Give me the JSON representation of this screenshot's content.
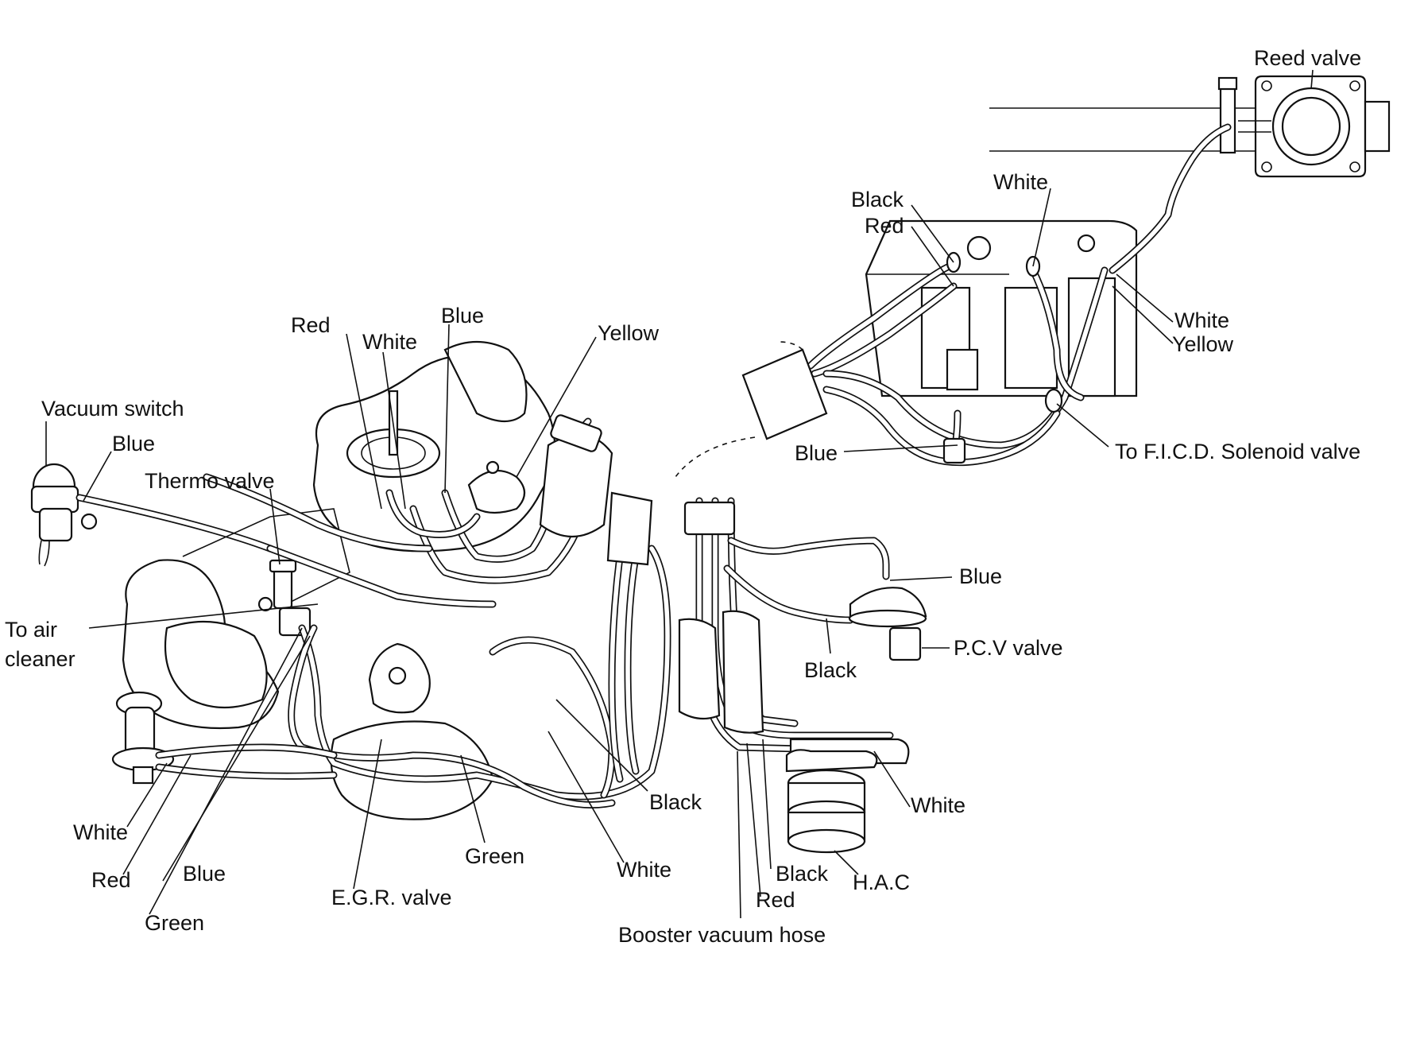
{
  "labels": {
    "reed_valve": "Reed valve",
    "black_top": "Black",
    "red_top": "Red",
    "white_top": "White",
    "white_right": "White",
    "yellow_right": "Yellow",
    "blue_ficd": "Blue",
    "ficd_solenoid": "To F.I.C.D. Solenoid valve",
    "red_carb": "Red",
    "white_carb": "White",
    "blue_carb": "Blue",
    "yellow_carb": "Yellow",
    "vacuum_switch": "Vacuum switch",
    "blue_vacuum": "Blue",
    "thermo_valve": "Thermo valve",
    "to_air_1": "To air",
    "to_air_2": "cleaner",
    "blue_pcv": "Blue",
    "pcv_valve": "P.C.V valve",
    "black_pcv": "Black",
    "black_mid": "Black",
    "white_hac": "White",
    "white_lower_left": "White",
    "red_lower_left": "Red",
    "blue_lower_left": "Blue",
    "green_lower_left": "Green",
    "egr_valve": "E.G.R. valve",
    "green_mid": "Green",
    "white_mid": "White",
    "black_hac": "Black",
    "red_hac": "Red",
    "hac": "H.A.C",
    "booster_hose": "Booster vacuum hose"
  }
}
